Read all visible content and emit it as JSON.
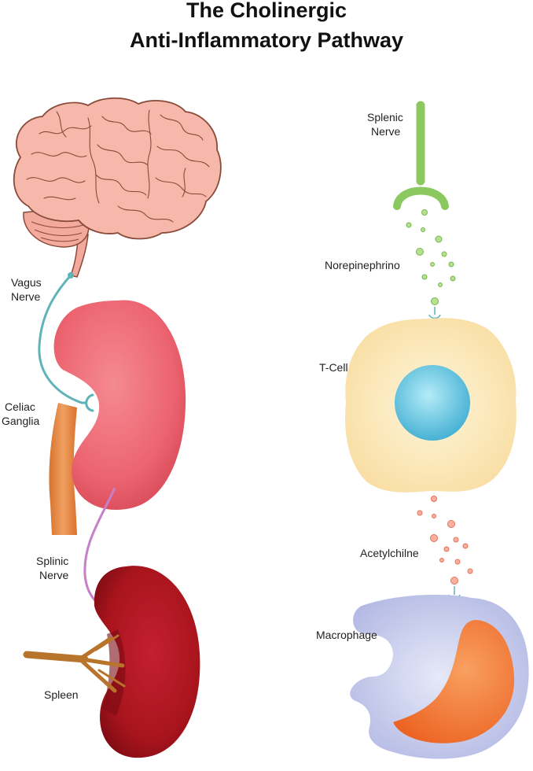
{
  "title": {
    "line1": "The Cholinergic",
    "line2": "Anti-Inflammatory Pathway"
  },
  "labels": {
    "vagus_nerve_1": "Vagus",
    "vagus_nerve_2": "Nerve",
    "celiac_ganglia_1": "Celiac",
    "celiac_ganglia_2": "Ganglia",
    "splinic_nerve_1": "Splinic",
    "splinic_nerve_2": "Nerve",
    "spleen": "Spleen",
    "splenic_nerve_1": "Splenic",
    "splenic_nerve_2": "Nerve",
    "norepinephrino": "Norepinephrino",
    "t_cell": "T-Cell",
    "acetylchilne": "Acetylchilne",
    "macrophage": "Macrophage"
  },
  "colors": {
    "brain": "#f5b5a8",
    "brain_outline": "#8a4a3a",
    "kidney": "#ef6f78",
    "spleen": "#a8141c",
    "vagus_nerve": "#5fb4b8",
    "splinic_nerve": "#c680c8",
    "celiac_tube": "#e88a4a",
    "splenic_nerve_right": "#8cc860",
    "t_cell": "#fbe6b4",
    "t_cell_nucleus": "#5cc0dc",
    "macrophage": "#cbd0ee",
    "macrophage_nucleus": "#f27a30",
    "acetylcholine_dots": "#f08868"
  }
}
